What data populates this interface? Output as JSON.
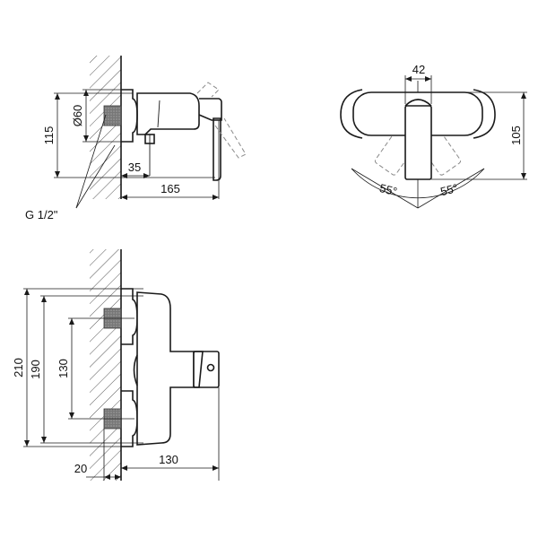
{
  "views": {
    "side": {
      "dims": {
        "height": "115",
        "diameter": "Ø60",
        "offset": "35",
        "length": "165"
      },
      "thread_label": "G 1/2\""
    },
    "top": {
      "dims": {
        "width": "42",
        "depth": "105",
        "angle_left": "55°",
        "angle_right": "55°"
      }
    },
    "front": {
      "dims": {
        "total_height": "210",
        "height_mid": "190",
        "inlet_spacing": "130",
        "wall_offset": "20",
        "depth": "130"
      }
    }
  }
}
